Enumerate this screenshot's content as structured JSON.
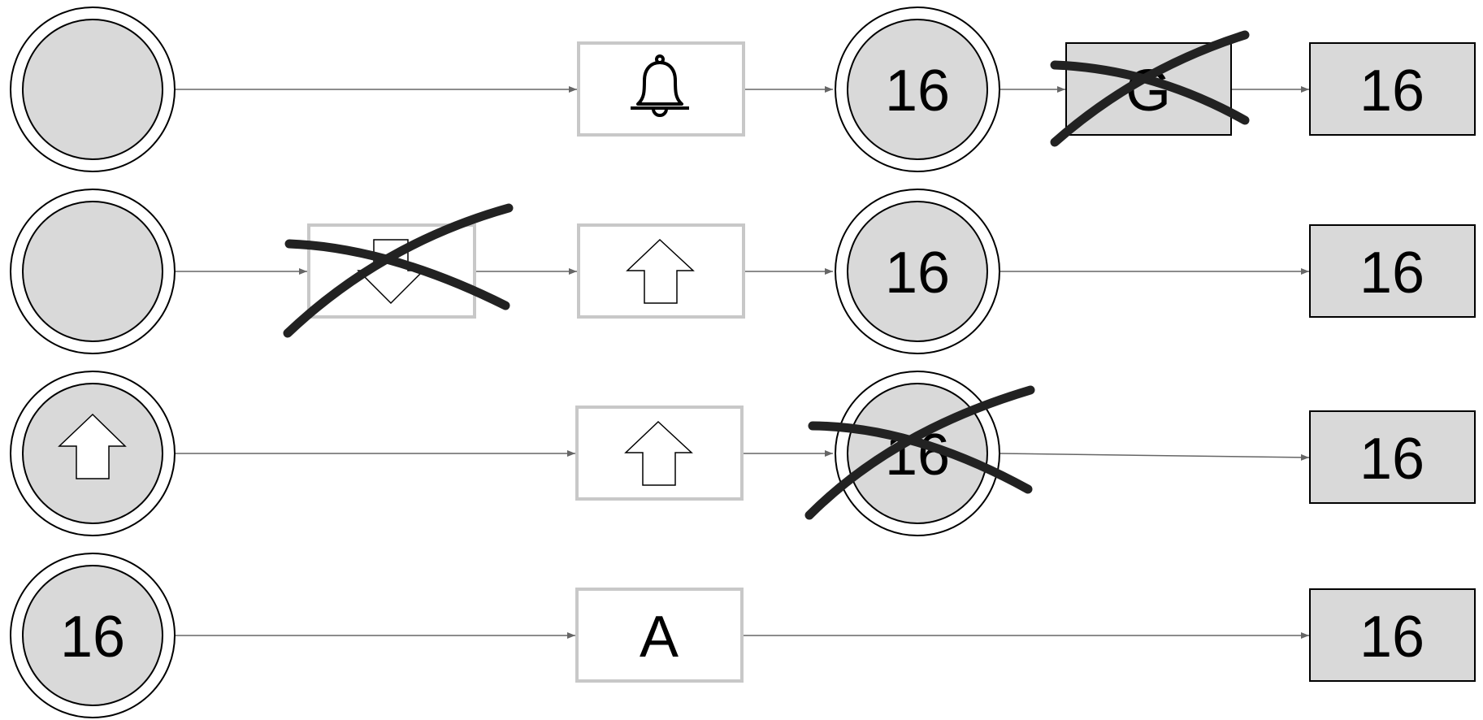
{
  "diagram": {
    "rows": [
      {
        "nodes": [
          {
            "kind": "double-circle",
            "label": "",
            "icon": null,
            "crossed": false
          },
          {
            "kind": "white-box",
            "label": "",
            "icon": "bell-icon",
            "crossed": false
          },
          {
            "kind": "double-circle",
            "label": "16",
            "icon": null,
            "crossed": false
          },
          {
            "kind": "gray-box",
            "label": "G",
            "icon": null,
            "crossed": true
          },
          {
            "kind": "gray-box",
            "label": "16",
            "icon": null,
            "crossed": false
          }
        ]
      },
      {
        "nodes": [
          {
            "kind": "double-circle",
            "label": "",
            "icon": null,
            "crossed": false
          },
          {
            "kind": "white-box",
            "label": "",
            "icon": "arrow-down-icon",
            "crossed": true
          },
          {
            "kind": "white-box",
            "label": "",
            "icon": "arrow-up-icon",
            "crossed": false
          },
          {
            "kind": "double-circle",
            "label": "16",
            "icon": null,
            "crossed": false
          },
          {
            "kind": "gray-box",
            "label": "16",
            "icon": null,
            "crossed": false
          }
        ]
      },
      {
        "nodes": [
          {
            "kind": "double-circle",
            "label": "",
            "icon": "arrow-up-icon",
            "crossed": false
          },
          {
            "kind": "white-box",
            "label": "",
            "icon": "arrow-up-icon",
            "crossed": false
          },
          {
            "kind": "double-circle",
            "label": "16",
            "icon": null,
            "crossed": true
          },
          {
            "kind": "gray-box",
            "label": "16",
            "icon": null,
            "crossed": false
          }
        ]
      },
      {
        "nodes": [
          {
            "kind": "double-circle",
            "label": "16",
            "icon": null,
            "crossed": false
          },
          {
            "kind": "white-box",
            "label": "A",
            "icon": null,
            "crossed": false
          },
          {
            "kind": "gray-box",
            "label": "16",
            "icon": null,
            "crossed": false
          }
        ]
      }
    ]
  }
}
